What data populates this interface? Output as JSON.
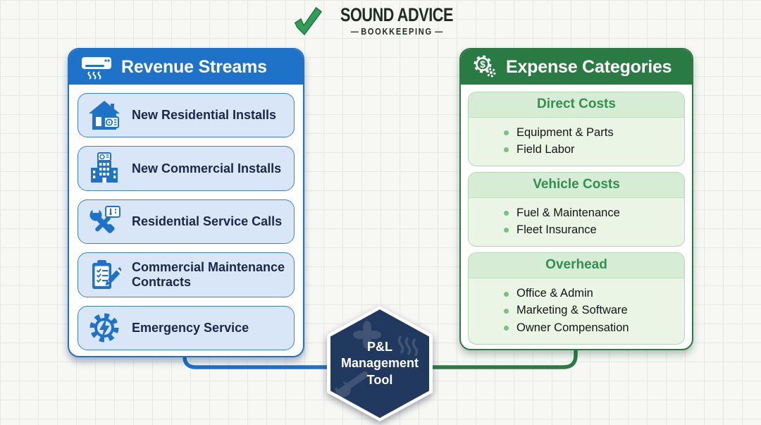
{
  "logo": {
    "title": "SOUND ADVICE",
    "subtitle": "BOOKKEEPING",
    "dash": "—",
    "checkmark_color": "#2f9e57"
  },
  "revenue": {
    "title": "Revenue Streams",
    "header_icon": "air-conditioner-icon",
    "items": [
      {
        "label": "New Residential Installs",
        "icon": "house-ac-icon"
      },
      {
        "label": "New Commercial Installs",
        "icon": "building-ac-icon"
      },
      {
        "label": "Residential Service Calls",
        "icon": "tools-thermostat-icon"
      },
      {
        "label": "Commercial Maintenance Contracts",
        "icon": "clipboard-checklist-icon"
      },
      {
        "label": "Emergency Service",
        "icon": "gear-lightning-icon"
      }
    ]
  },
  "expenses": {
    "title": "Expense Categories",
    "header_icon": "gear-dollar-icon",
    "sections": [
      {
        "title": "Direct Costs",
        "items": [
          "Equipment & Parts",
          "Field Labor"
        ]
      },
      {
        "title": "Vehicle Costs",
        "items": [
          "Fuel & Maintenance",
          "Fleet Insurance"
        ]
      },
      {
        "title": "Overhead",
        "items": [
          "Office & Admin",
          "Marketing & Software",
          "Owner Compensation"
        ]
      }
    ]
  },
  "center": {
    "lines": [
      "P&L",
      "Management",
      "Tool"
    ]
  },
  "colors": {
    "revenue_blue": "#1e73c8",
    "revenue_item_bg": "#d8e6f7",
    "expense_green": "#2a7b43",
    "expense_section_bg": "#eaf5e5",
    "expense_title_green": "#2e9150",
    "hexagon_navy": "#22395f",
    "background": "#f7f7f4"
  }
}
